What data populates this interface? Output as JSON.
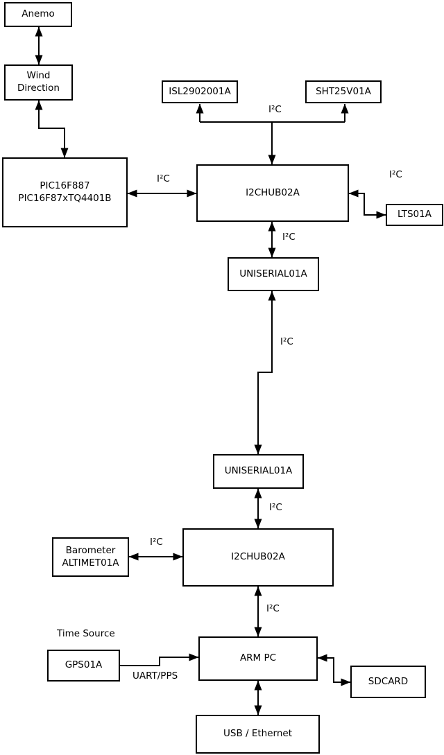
{
  "diagram": {
    "background": "#ffffff",
    "line_color": "#000000",
    "nodes": {
      "anemo": {
        "label": "Anemo"
      },
      "wind_direction": {
        "line1": "Wind",
        "line2": "Direction"
      },
      "pic": {
        "line1": "PIC16F887",
        "line2": "PIC16F87xTQ4401B"
      },
      "isl": {
        "label": "ISL2902001A"
      },
      "sht": {
        "label": "SHT25V01A"
      },
      "i2chub_top": {
        "label": "I2CHUB02A"
      },
      "lts": {
        "label": "LTS01A"
      },
      "uniserial_top": {
        "label": "UNISERIAL01A"
      },
      "uniserial_bottom": {
        "label": "UNISERIAL01A"
      },
      "barometer": {
        "line1": "Barometer",
        "line2": "ALTIMET01A"
      },
      "i2chub_bottom": {
        "label": "I2CHUB02A"
      },
      "gps": {
        "label": "GPS01A"
      },
      "arm_pc": {
        "label": "ARM PC"
      },
      "sdcard": {
        "label": "SDCARD"
      },
      "usb_ethernet": {
        "label": "USB / Ethernet"
      }
    },
    "labels": {
      "i2c": "I²C",
      "uart_pps": "UART/PPS",
      "time_source": "Time Source"
    }
  }
}
